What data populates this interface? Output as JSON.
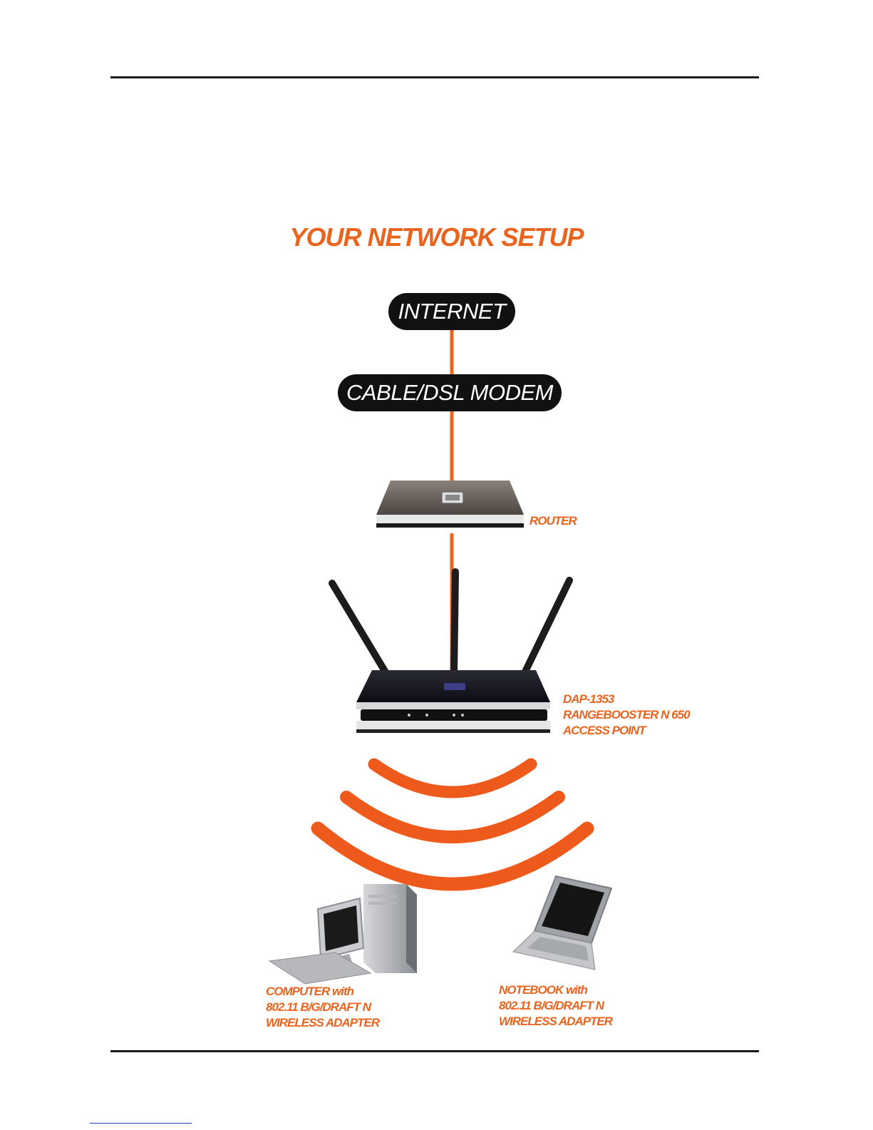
{
  "title": "YOUR NETWORK SETUP",
  "nodes": {
    "internet": "INTERNET",
    "modem": "CABLE/DSL MODEM"
  },
  "labels": {
    "router": "ROUTER",
    "access_point": [
      "DAP-1353",
      "RANGEBOOSTER N 650",
      "ACCESS POINT"
    ],
    "computer": [
      "COMPUTER with",
      "802.11 B/G/DRAFT  N",
      "WIRELESS ADAPTER"
    ],
    "notebook": [
      "NOTEBOOK with",
      "802.11 B/G/DRAFT  N",
      "WIRELESS ADAPTER"
    ]
  },
  "colors": {
    "accent": "#e8641f",
    "pill": "#111111",
    "rule": "#1a1a1a"
  },
  "icons": [
    "router-icon",
    "access-point-icon",
    "wireless-signal-icon",
    "desktop-computer-icon",
    "notebook-icon"
  ]
}
